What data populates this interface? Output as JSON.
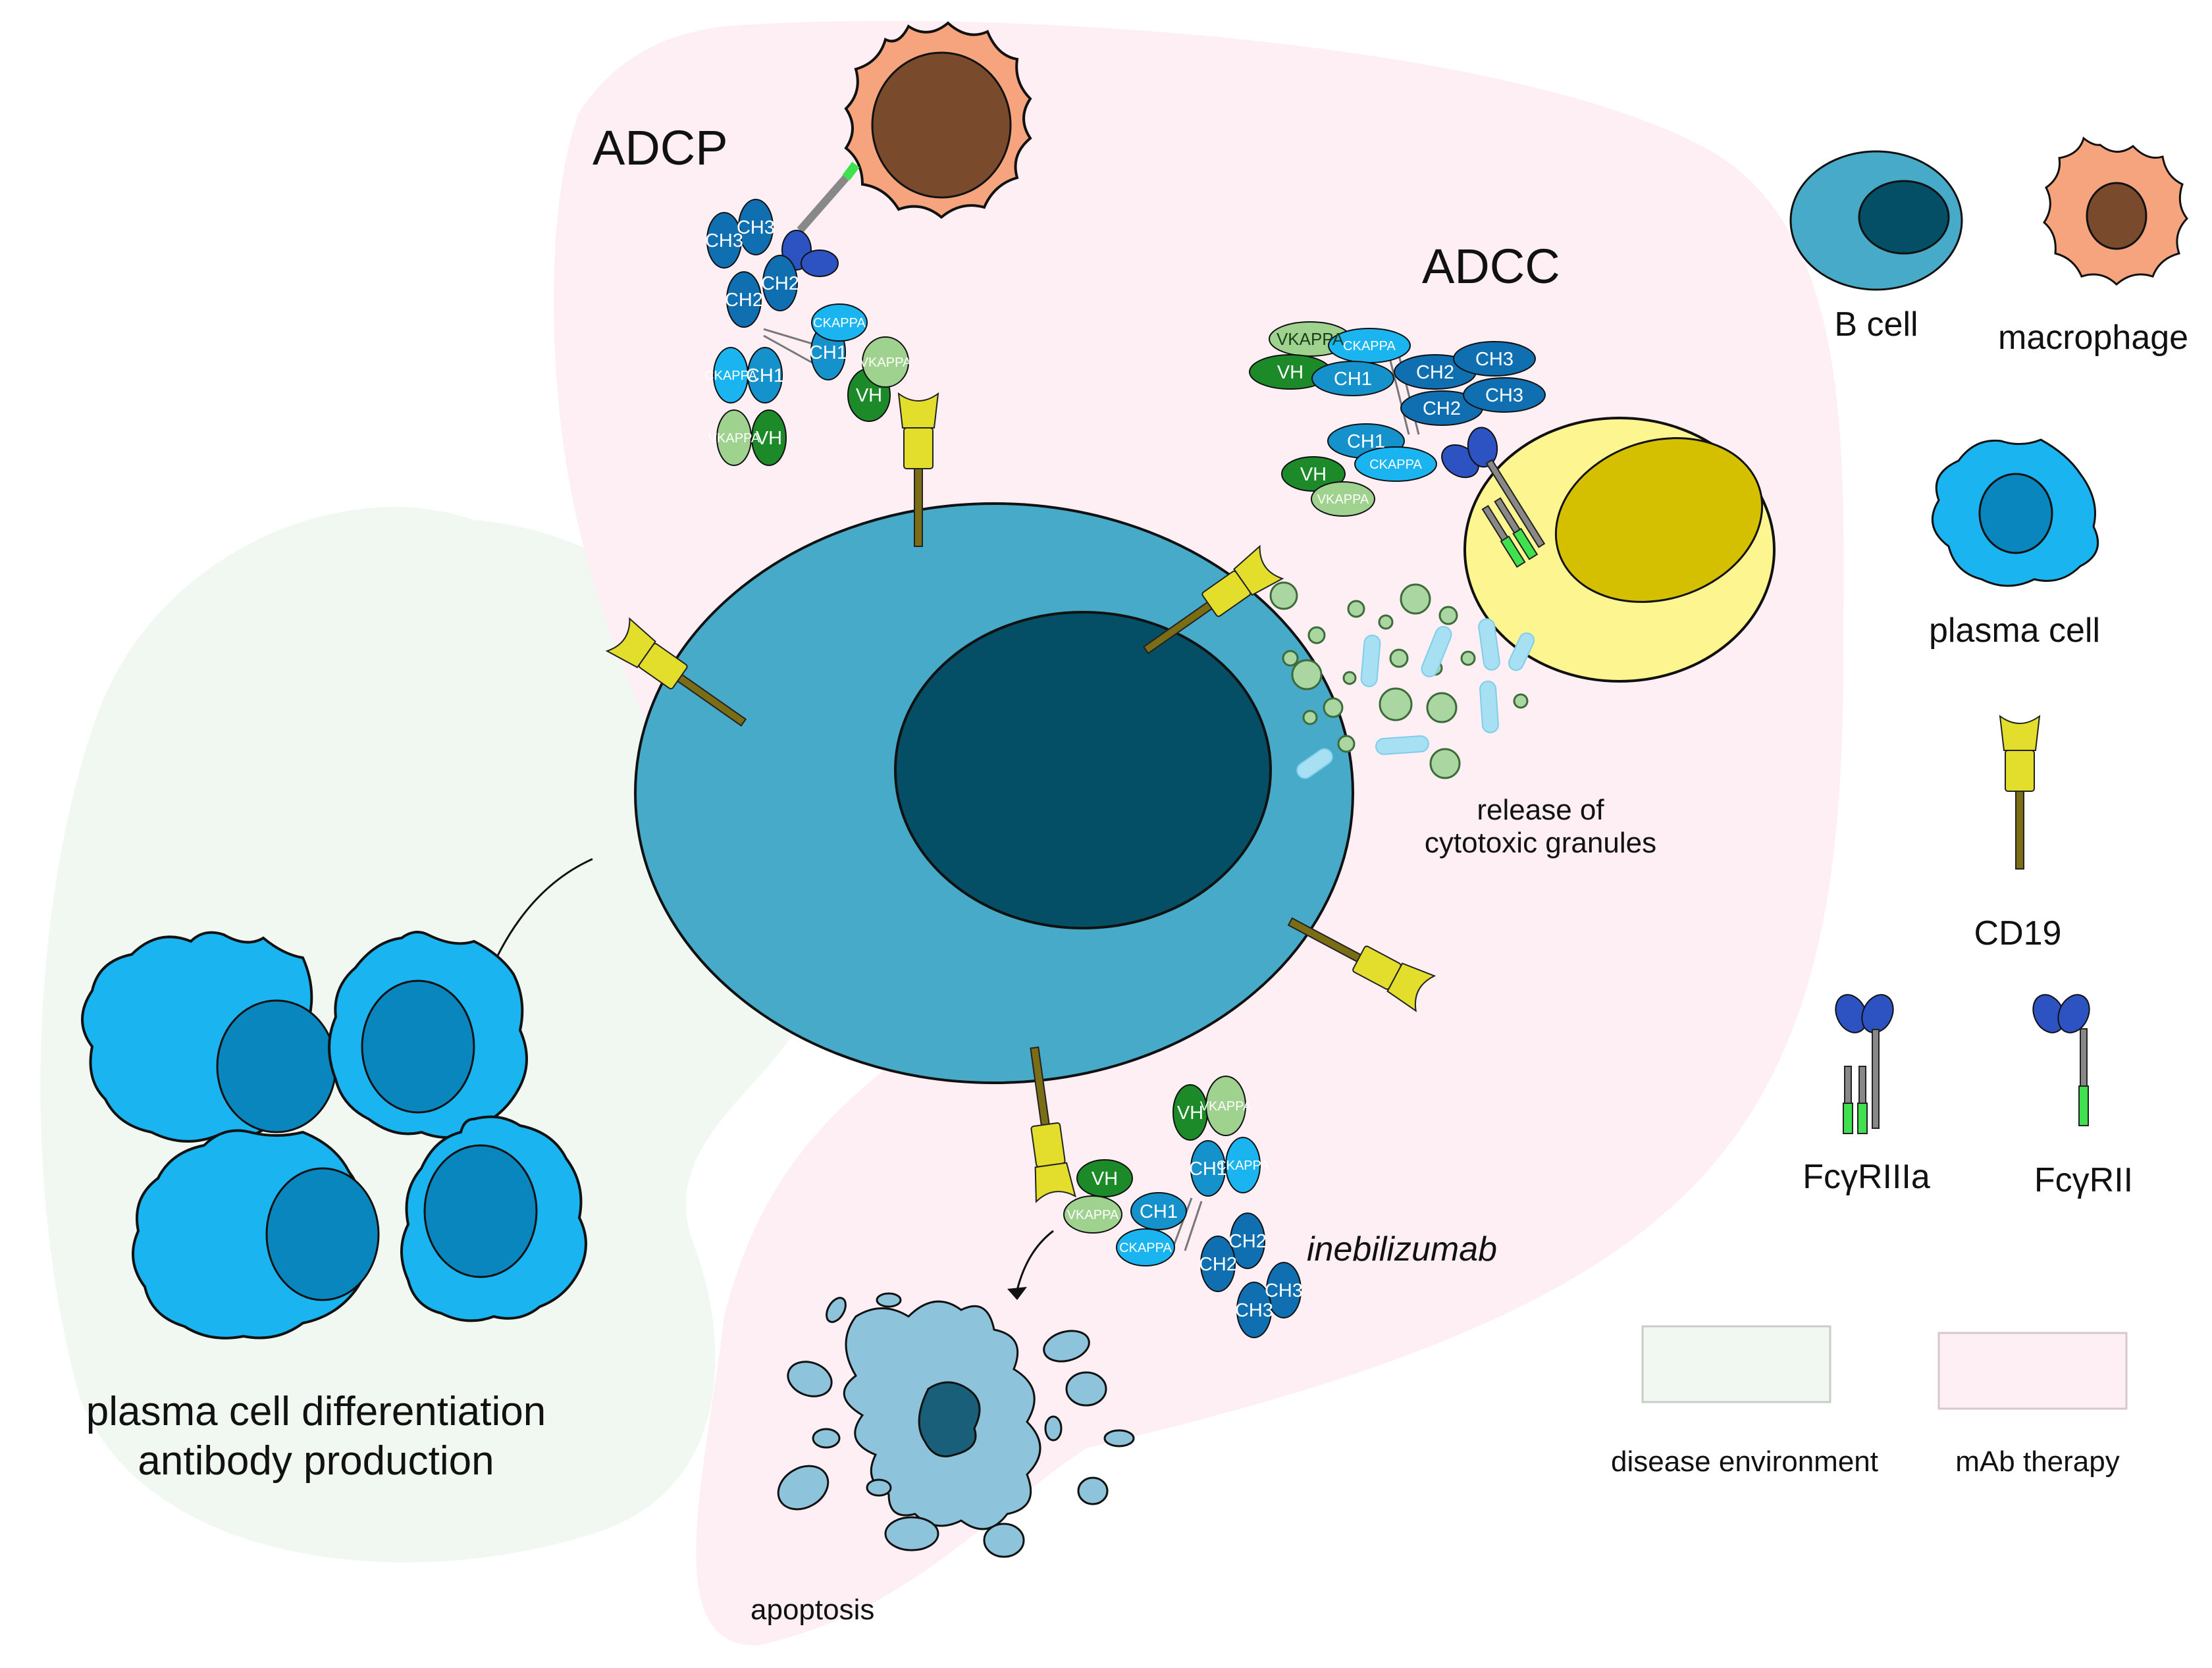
{
  "labels": {
    "adcp": "ADCP",
    "adcc": "ADCC",
    "release": [
      "release of",
      "cytotoxic granules"
    ],
    "differentiation": [
      "plasma cell differentiation",
      "antibody production"
    ],
    "drug": "inebilizumab",
    "apoptosis": "apoptosis"
  },
  "legend": {
    "b_cell": "B cell",
    "macrophage": "macrophage",
    "plasma_cell": "plasma cell",
    "cd19": "CD19",
    "fcgr3a": "FcγRIIIa",
    "fcgr2": "FcγRII",
    "disease_env": "disease environment",
    "mab_therapy": "mAb therapy"
  },
  "domains": {
    "ch1": "CH1",
    "ch2": "CH2",
    "ch3": "CH3",
    "vh": "VH",
    "vkappa": "VKAPPA",
    "ckappa": "CKAPPA"
  },
  "colors": {
    "b_cell": "#46aac8",
    "b_nucleus": "#044f66",
    "macrophage": "#f6a47e",
    "mac_nucleus": "#7a4a2c",
    "plasma": "#1ab4f0",
    "plasma_nucleus": "#0a86be",
    "nk_cell": "#fdf690",
    "nk_nucleus": "#d4c000",
    "cd19": "#e3dd2b",
    "cd19_stem": "#7b6c16",
    "fc_receptor": "#2d52c2",
    "fc_tail": "#3fe14f",
    "disease_env": "#f1f8f1",
    "mab_therapy": "#fdeff4",
    "apoptotic": "#8dc4dc"
  }
}
